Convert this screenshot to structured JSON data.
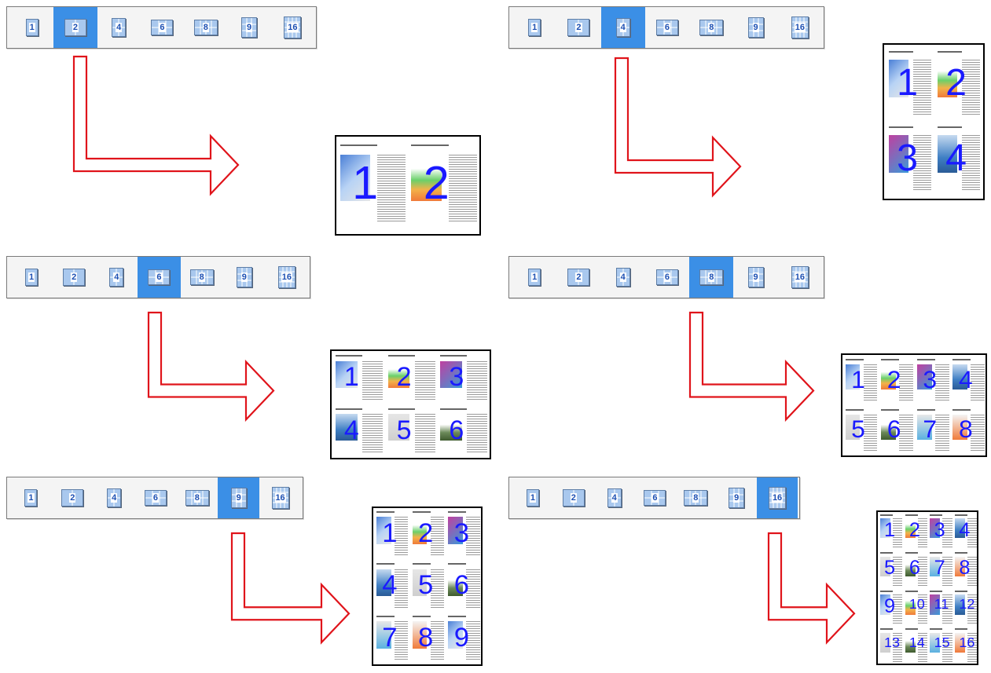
{
  "layout_buttons": [
    {
      "label": "1",
      "name": "pages-per-sheet-1-button"
    },
    {
      "label": "2",
      "name": "pages-per-sheet-2-button"
    },
    {
      "label": "4",
      "name": "pages-per-sheet-4-button"
    },
    {
      "label": "6",
      "name": "pages-per-sheet-6-button"
    },
    {
      "label": "8",
      "name": "pages-per-sheet-8-button"
    },
    {
      "label": "9",
      "name": "pages-per-sheet-9-button"
    },
    {
      "label": "16",
      "name": "pages-per-sheet-16-button"
    }
  ],
  "panels": [
    {
      "id": "two-up",
      "selected": "2",
      "pages": [
        "1",
        "2"
      ]
    },
    {
      "id": "four-up",
      "selected": "4",
      "pages": [
        "1",
        "2",
        "3",
        "4"
      ]
    },
    {
      "id": "six-up",
      "selected": "6",
      "pages": [
        "1",
        "2",
        "3",
        "4",
        "5",
        "6"
      ]
    },
    {
      "id": "eight-up",
      "selected": "8",
      "pages": [
        "1",
        "2",
        "3",
        "4",
        "5",
        "6",
        "7",
        "8"
      ]
    },
    {
      "id": "nine-up",
      "selected": "9",
      "pages": [
        "1",
        "2",
        "3",
        "4",
        "5",
        "6",
        "7",
        "8",
        "9"
      ]
    },
    {
      "id": "sixteen-up",
      "selected": "16",
      "pages": [
        "1",
        "2",
        "3",
        "4",
        "5",
        "6",
        "7",
        "8",
        "9",
        "10",
        "11",
        "12",
        "13",
        "14",
        "15",
        "16"
      ]
    }
  ],
  "colors": {
    "selected_bg": "#3b8fe6",
    "arrow_outline": "#e0141b",
    "page_number": "#1a1aff",
    "icon_fill": "#a9c8ee"
  }
}
